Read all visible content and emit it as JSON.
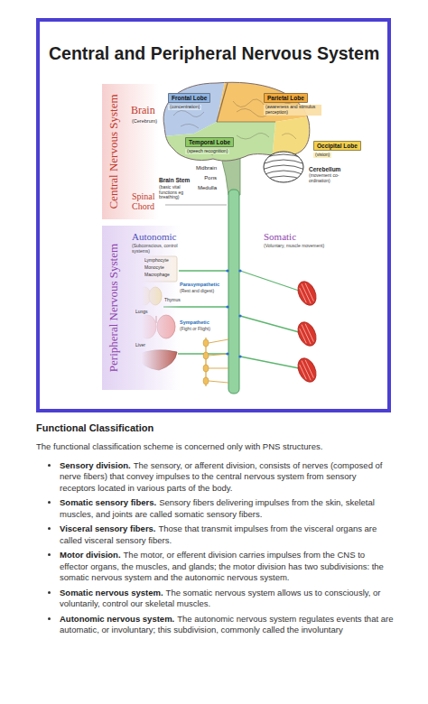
{
  "diagram": {
    "title": "Central and Peripheral Nervous System",
    "nodes": [
      {
        "text": [
          "Central Nervous System"
        ]
      },
      {
        "text": [
          "Frontal Lobe",
          "(concentration)"
        ]
      },
      {
        "text": [
          "Parietal Lobe",
          "(awareness and stimulus perception)"
        ]
      },
      {
        "text": [
          "Temporal Lobe",
          "(speech recognition)"
        ]
      },
      {
        "text": [
          "Occipital Lobe",
          "(vision)"
        ]
      },
      {
        "text": [
          "Peripheral Nervous System"
        ]
      }
    ],
    "labels": [
      "Brain",
      "(Cerebrum)",
      "Spinal Chord",
      "Midbrain",
      "Pons",
      "Medulla",
      "Brain Stem",
      "(basic vital functions eg breathing)",
      "Cerebellum",
      "(movement co-ordination)",
      "Autonomic",
      "(Subconscious, control systems)",
      "Somatic",
      "(Voluntary, muscle movement)",
      "Lymphocyte",
      "Monocyte",
      "Macrophage",
      "Thymus",
      "Lungs",
      "Liver",
      "Parasympathetic",
      "(Rest and digest)",
      "Sympathetic",
      "(Fight or Flight)",
      "Functional Classification",
      "The functional classification scheme is concerned only with PNS structures.",
      "Sensory division.",
      "The sensory, or afferent division, consists of nerves (composed of nerve fibers) that convey impulses to the central nervous system from sensory receptors located in various parts of the body.",
      "Somatic sensory fibers.",
      "Sensory fibers delivering impulses from the skin, skeletal muscles, and joints are called somatic sensory fibers.",
      "Visceral sensory fibers.",
      "Those that transmit impulses from the visceral organs are called visceral sensory fibers.",
      "Motor division.",
      "The motor, or efferent division carries impulses from the CNS to effector organs, the muscles, and glands; the motor division has two subdivisions: the somatic nervous system and the autonomic nervous system.",
      "Somatic nervous system.",
      "The somatic nervous system allows us to consciously, or voluntarily, control our skeletal muscles.",
      "Autonomic nervous system.",
      "The autonomic nervous system regulates events that are automatic, or involuntary; this subdivision, commonly called the involuntary"
    ]
  }
}
